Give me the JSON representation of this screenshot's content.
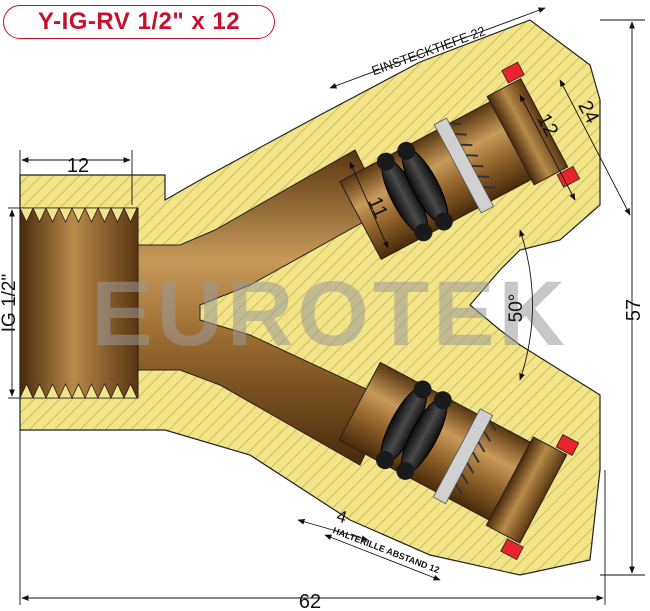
{
  "title": "Y-IG-RV 1/2\" x 12",
  "watermark": "EUROTEK",
  "dimensions": {
    "thread_depth": "12",
    "thread_label": "IG 1/2\"",
    "insertion_depth": "EINSTECKTIEFE 22",
    "outer_diameter": "24",
    "pipe_size": "12",
    "bore": "11",
    "angle": "50°",
    "height": "57",
    "length": "62",
    "groove_offset": "4",
    "groove_distance": "HALTERILLE ABSTAND 12"
  },
  "colors": {
    "brass_section": "#f2e488",
    "hatch": "#c8b24a",
    "bronze_bore": "#8a5a24",
    "bronze_highlight": "#c89a5a",
    "seal_ring": "#1a1a1a",
    "clip_red": "#e8242c",
    "title_red": "#c8102e"
  }
}
